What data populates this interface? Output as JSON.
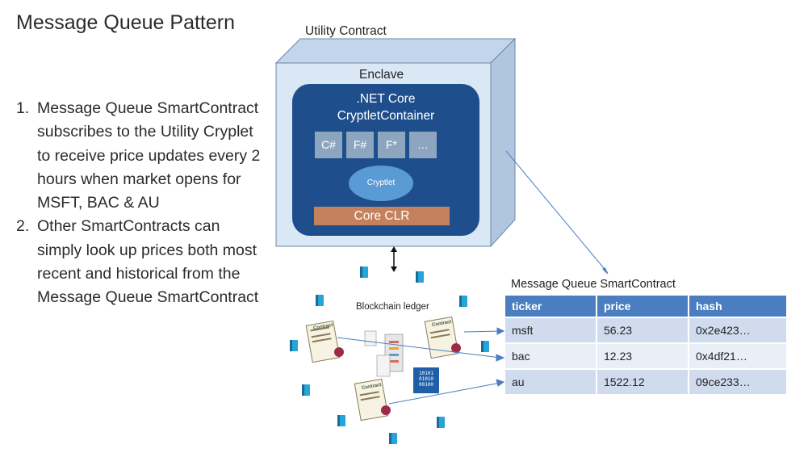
{
  "title": "Message Queue Pattern",
  "steps": [
    {
      "num": "1.",
      "text": "Message Queue SmartContract subscribes to the Utility Cryplet to receive price updates every 2 hours when market opens for MSFT, BAC & AU"
    },
    {
      "num": "2.",
      "text": "Other SmartContracts can simply look up prices both most recent and historical from the Message Queue SmartContract"
    }
  ],
  "utility": {
    "label": "Utility Contract",
    "enclave": "Enclave",
    "container_line1": ".NET Core",
    "container_line2": "CryptletContainer",
    "languages": [
      "C#",
      "F#",
      "F*",
      "…"
    ],
    "cryptlet": "Cryptlet",
    "clr": "Core CLR"
  },
  "ledger": {
    "label": "Blockchain ledger",
    "contract_badge": "Contract",
    "binary": [
      "10101",
      "01010",
      "00100"
    ]
  },
  "queue": {
    "title": "Message Queue  SmartContract",
    "columns": [
      "ticker",
      "price",
      "hash"
    ],
    "rows": [
      [
        "msft",
        "56.23",
        "0x2e423…"
      ],
      [
        "bac",
        "12.23",
        "0x4df21…"
      ],
      [
        "au",
        "1522.12",
        "09ce233…"
      ]
    ]
  },
  "colors": {
    "cube_front": "#dae7f5",
    "cube_side": "#b0c6de",
    "container": "#1f4e8c",
    "language_box": "#8ea5bf",
    "cryptlet": "#5b9bd5",
    "clr": "#c5805d",
    "table_header": "#4a7ec0",
    "book_icon": "#27a4d8"
  }
}
